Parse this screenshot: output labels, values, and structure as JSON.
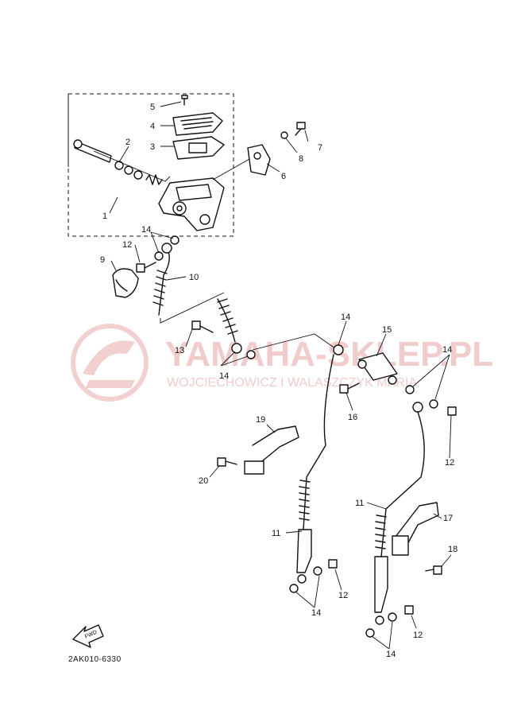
{
  "watermark": {
    "brand": "YAMAHA-SKLEP.PL",
    "subtitle": "WOJCIECHOWICZ I WALASZCZYK MARIA",
    "color": "#e7a3a3"
  },
  "diagram_code": "2AK010-6330",
  "fwd_arrow_label": "FWD",
  "callouts": {
    "c1": "1",
    "c2": "2",
    "c3": "3",
    "c4": "4",
    "c5": "5",
    "c6": "6",
    "c7": "7",
    "c8": "8",
    "c9": "9",
    "c10": "10",
    "c11a": "11",
    "c11b": "11",
    "c12a": "12",
    "c12b": "12",
    "c12c": "12",
    "c12d": "12",
    "c13": "13",
    "c14a": "14",
    "c14b": "14",
    "c14c": "14",
    "c14d": "14",
    "c14e": "14",
    "c14f": "14",
    "c15": "15",
    "c16": "16",
    "c17": "17",
    "c18": "18",
    "c19": "19",
    "c20": "20"
  }
}
